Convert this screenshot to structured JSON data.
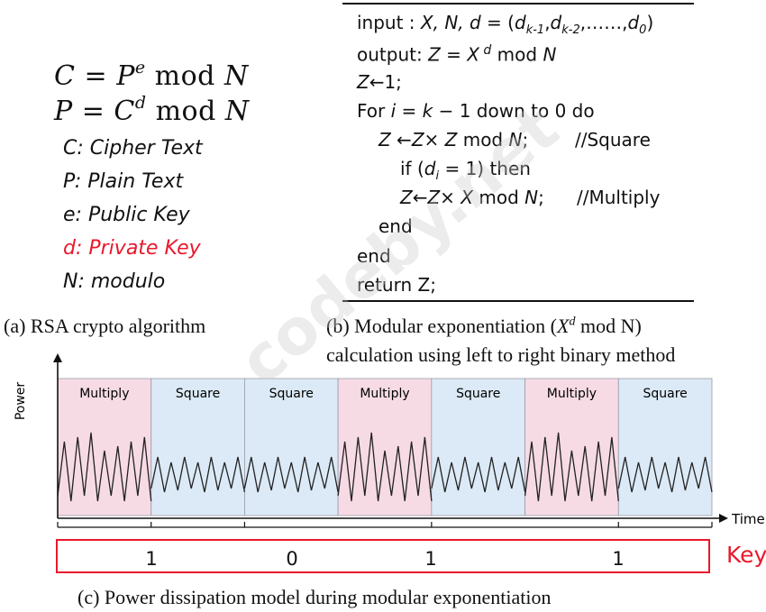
{
  "part_a": {
    "formula1": {
      "lhs": "C",
      "base": "P",
      "exp": "e",
      "op": "mod",
      "mod": "N"
    },
    "formula2": {
      "lhs": "P",
      "base": "C",
      "exp": "d",
      "op": "mod",
      "mod": "N"
    },
    "legend": [
      "C: Cipher Text",
      "P: Plain Text",
      "e: Public Key",
      "d: Private Key",
      "N: modulo"
    ],
    "highlight_color": "#e8192c",
    "caption": "(a) RSA crypto algorithm"
  },
  "part_b": {
    "caption_line1_pre": "(b) Modular exponentiation  (",
    "caption_line1_x": "X",
    "caption_line1_d": "d",
    "caption_line1_post": " mod N)",
    "caption_line2": "calculation  using left to right binary method",
    "code": {
      "input_label": "input : ",
      "input_vars": "X, N, d",
      "input_eq": " = (",
      "d1": "d",
      "d1_sub": "k-1",
      "d2": "d",
      "d2_sub": "k-2",
      "dots": ",……,",
      "d0": "d",
      "d0_sub": "0",
      "input_close": ")",
      "output_label": "output: ",
      "output_z": "Z",
      "output_eq": " = ",
      "output_x": "X",
      "output_d": " d",
      "output_mod": " mod ",
      "output_n": "N",
      "init_z": "Z",
      "init_rest": "←1;",
      "for_kw": "For ",
      "for_i": "i",
      "for_eq": " = ",
      "for_k": "k",
      "for_rest": " − 1 down to 0 do",
      "sq_z1": "Z",
      "sq_arrow": " ←",
      "sq_z2": "Z",
      "sq_times": "×",
      "sq_z3": " Z",
      "sq_mod": " mod ",
      "sq_n": "N",
      "sq_end": ";",
      "sq_comment": "//Square",
      "if_kw": "if (",
      "if_d": "d",
      "if_sub": "i",
      "if_rest": " = 1) then",
      "mul_z1": "Z",
      "mul_arrow": "←",
      "mul_z2": "Z",
      "mul_times": "×",
      "mul_x": " X",
      "mul_mod": " mod ",
      "mul_n": "N",
      "mul_end": ";",
      "mul_comment": "//Multiply",
      "end_inner": "end",
      "end_outer": "end",
      "ret": "return Z;"
    }
  },
  "part_c": {
    "y_axis_label": "Power",
    "x_axis_label": "Time",
    "segments": [
      {
        "label": "Multiply",
        "kind": "multiply"
      },
      {
        "label": "Square",
        "kind": "square"
      },
      {
        "label": "Square",
        "kind": "square"
      },
      {
        "label": "Multiply",
        "kind": "multiply"
      },
      {
        "label": "Square",
        "kind": "square"
      },
      {
        "label": "Multiply",
        "kind": "multiply"
      },
      {
        "label": "Square",
        "kind": "square"
      }
    ],
    "multiply_color": "#f6dbe5",
    "square_color": "#dbeaf6",
    "key_bits": [
      "1",
      "0",
      "1",
      "1"
    ],
    "key_label": "Key",
    "key_color": "#e8192c",
    "caption": "(c) Power dissipation model during modular exponentiation"
  },
  "watermark": "codeby.net"
}
